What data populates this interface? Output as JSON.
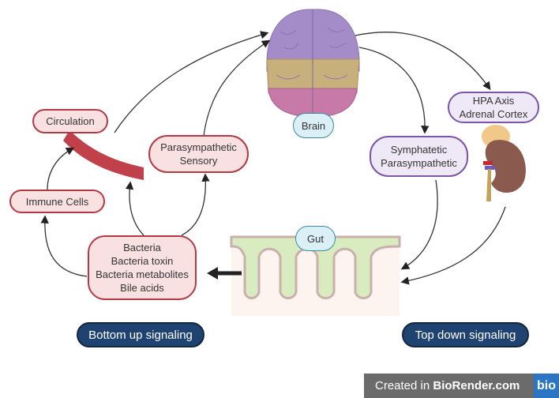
{
  "nodes": {
    "brain": "Brain",
    "hpa": [
      "HPA Axis",
      "Adrenal Cortex"
    ],
    "sympathetic": [
      "Symphatetic",
      "Parasympathetic"
    ],
    "circulation": "Circulation",
    "parasympathetic_sensory": [
      "Parasympathetic",
      "Sensory"
    ],
    "immune_cells": "Immune Cells",
    "bacteria": [
      "Bacteria",
      "Bacteria toxin",
      "Bacteria metabolites",
      "Bile acids"
    ],
    "gut": "Gut"
  },
  "labels": {
    "bottom_up": "Bottom up signaling",
    "top_down": "Top down signaling"
  },
  "watermark": {
    "prefix": "Created in ",
    "brand": "BioRender.com",
    "logo": "bio"
  },
  "colors": {
    "pink_fill": "#f9e1e1",
    "pink_border": "#b23a44",
    "purple_fill": "#efe9f7",
    "purple_border": "#7b55a8",
    "navy": "#1f4370",
    "brain_top": "#a48cc9",
    "brain_mid": "#c8b07c",
    "brain_bottom": "#c77aa8",
    "gut_green": "#d8ecc0",
    "vessel_red": "#c0414a",
    "kidney_brown": "#8b5a4e"
  }
}
